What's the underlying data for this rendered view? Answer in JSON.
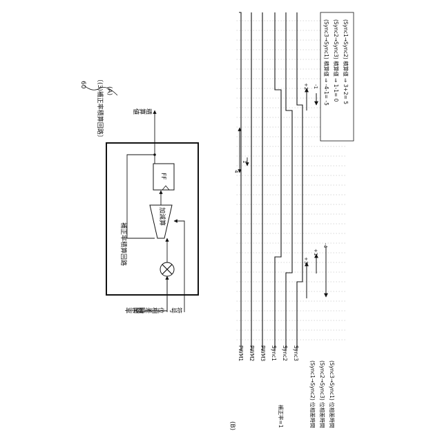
{
  "header": {
    "section": "〔(3)補正率積算回路〕",
    "part_a": "(A)",
    "part_b": "(B)"
  },
  "circuit": {
    "ref": "60",
    "box_title": "補正率積算回路",
    "ff_label": "FF",
    "adder_label": "加減算",
    "output_label": "積算値",
    "inputs": [
      "補正率",
      "位相差時間",
      "符号"
    ]
  },
  "timing": {
    "signals": [
      "PWM1",
      "PWM2",
      "PWM3",
      "Sync1",
      "Sync2",
      "Sync3"
    ],
    "rate_label": "補正率=1",
    "phase_rows": [
      "(Sync1→Sync2) 位相差時間",
      "(Sync2→Sync3) 位相差時間",
      "(Sync3→Sync1) 位相差時間"
    ],
    "left_markers": [
      "+3",
      "+1",
      "-4"
    ],
    "right_markers": [
      "+2",
      "-1",
      "-1"
    ],
    "pwm1_markers": [
      "4",
      "1"
    ],
    "results": [
      "(Sync1→Sync2) 積算値 ⇒ 3+2= 5",
      "(Sync2→Sync3) 積算値 ⇒ 1-1= 0",
      "(Sync3→Sync1) 積算値 ⇒ -4-1= -5"
    ]
  }
}
